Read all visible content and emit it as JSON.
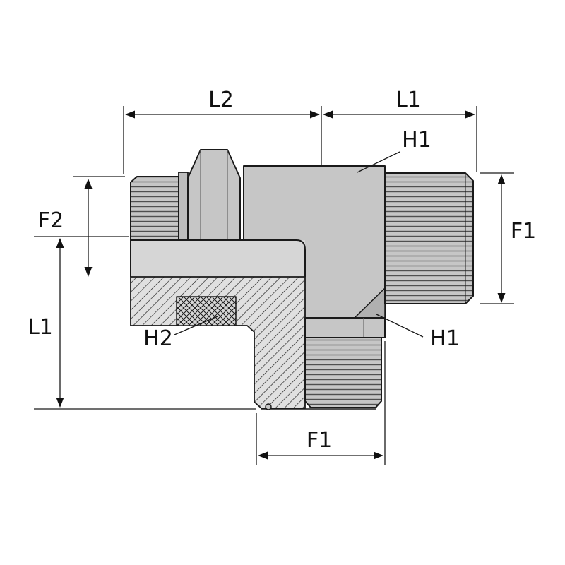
{
  "figure": {
    "kind": "technical-section-drawing",
    "subject": "Run tee male stud hydraulic fitting cross-section with dimension callouts",
    "background_color": "#ffffff",
    "line_color": "#1a1a1a",
    "body_fill": "#c6c6c6",
    "section_fill": "#e0e0e0",
    "thread_line_color": "#4f4f4f",
    "dim_labels": {
      "top_span_left": "L2",
      "top_span_right": "L1",
      "left_upper": "F2",
      "left_lower": "L1",
      "right_side": "F1",
      "bottom_span": "F1"
    },
    "callout_labels": {
      "top_right": "H1",
      "lower_left": "H2",
      "lower_right": "H1"
    }
  }
}
